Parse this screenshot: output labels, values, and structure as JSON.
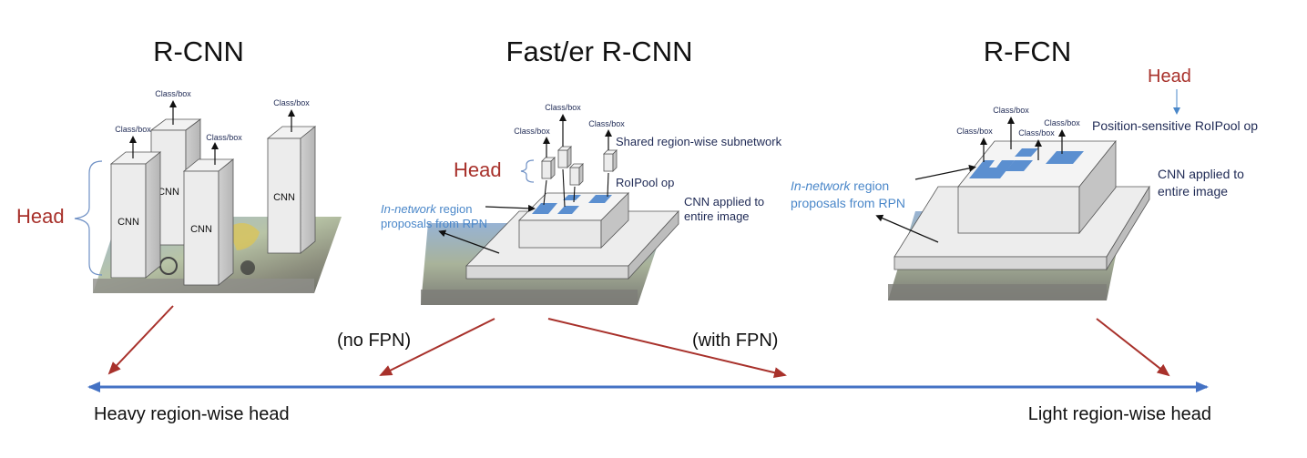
{
  "titles": {
    "rcnn": "R-CNN",
    "fast": "Fast/er R-CNN",
    "rfcn": "R-FCN"
  },
  "rcnn": {
    "head": "Head",
    "cnn_label": "CNN",
    "class_box": "Class/box"
  },
  "fast": {
    "head": "Head",
    "class_box": "Class/box",
    "shared_subnetwork": "Shared region-wise subnetwork",
    "roipool": "RoIPool op",
    "cnn_applied_1": "CNN applied to",
    "cnn_applied_2": "entire image",
    "in_network_italic": "In-network",
    "in_network_rest": " region",
    "proposals": "proposals from RPN"
  },
  "rfcn": {
    "head": "Head",
    "class_box": "Class/box",
    "position_sensitive": "Position-sensitive RoIPool op",
    "cnn_applied_1": "CNN applied to",
    "cnn_applied_2": "entire image",
    "in_network_italic": "In-network",
    "in_network_rest": " region",
    "proposals": "proposals from RPN"
  },
  "arrows": {
    "no_fpn": "(no FPN)",
    "with_fpn": "(with FPN)"
  },
  "bottom": {
    "heavy": "Heavy region-wise head",
    "light": "Light region-wise head"
  },
  "colors": {
    "head_red": "#a8312b",
    "blue_text": "#4a87c9",
    "navy_text": "#1f2a55",
    "axis_blue": "#4472c4",
    "roi_blue": "#5b8fd0"
  }
}
